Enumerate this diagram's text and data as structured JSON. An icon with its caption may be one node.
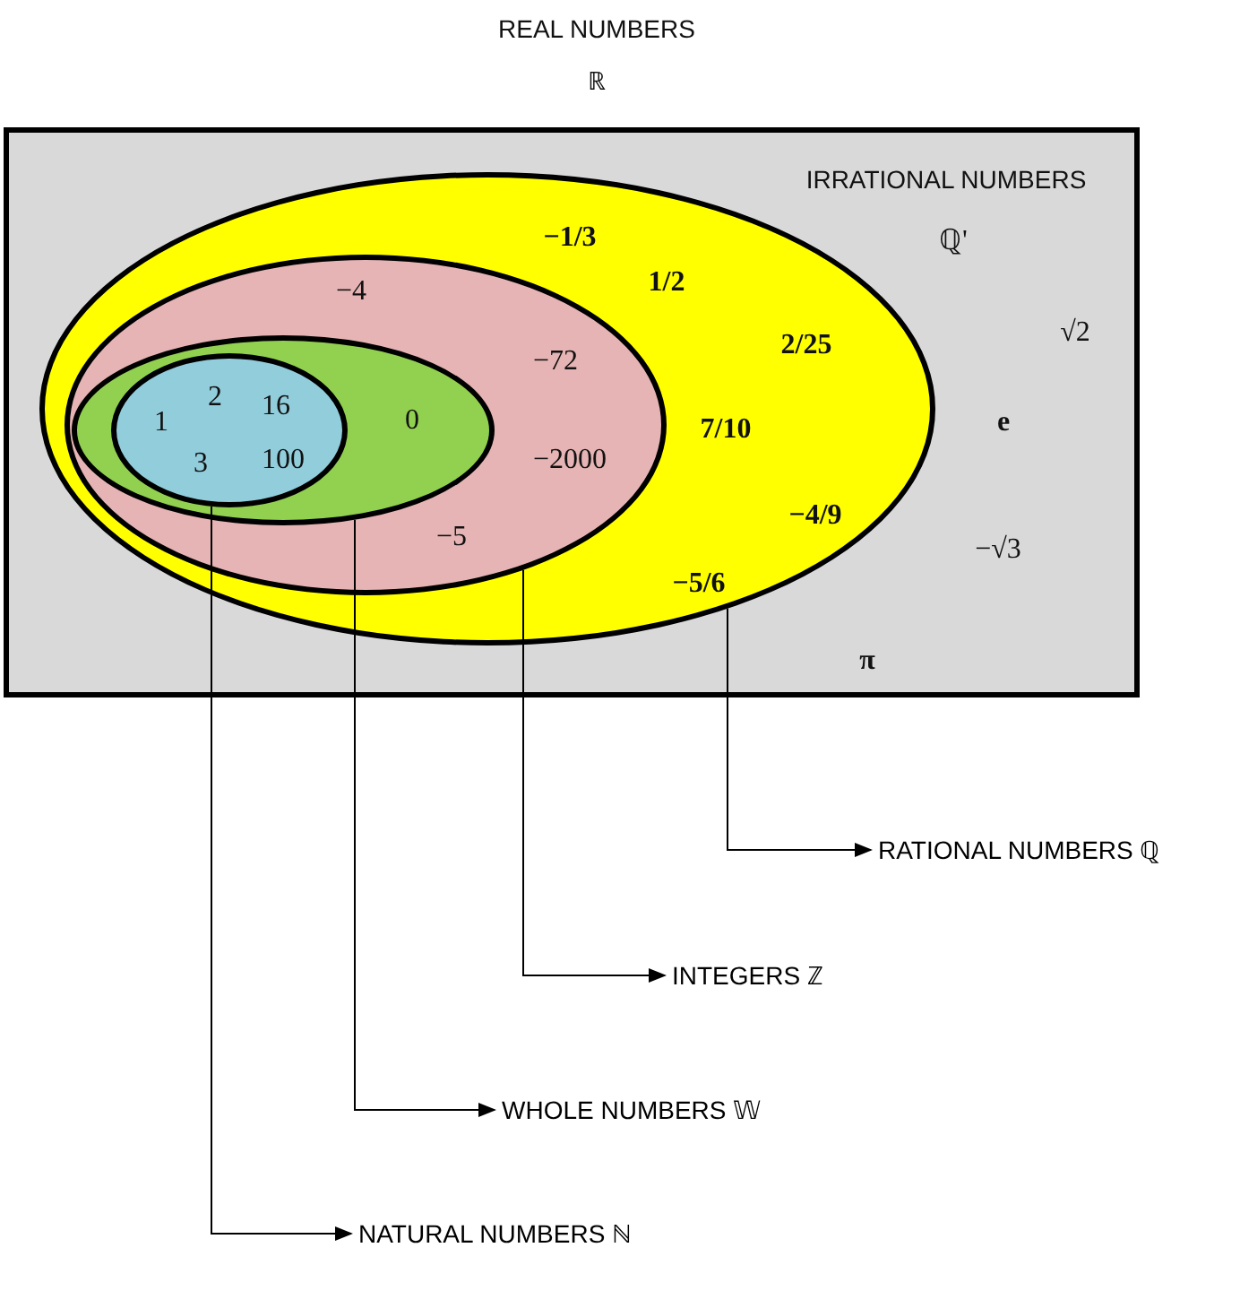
{
  "diagram": {
    "nodes": [
      {
        "text": [
          "REAL NUMBERS ℝ",
          "IRRATIONAL NUMBERS",
          "ℚ'",
          "√2",
          "e",
          "−√3",
          "π"
        ]
      },
      {
        "text": [
          "−1/3",
          "1/2",
          "2/25",
          "7/10",
          "−4/9",
          "−5/6"
        ],
        "in": 0
      },
      {
        "text": [
          "−4",
          "−72",
          "−2000",
          "−5"
        ],
        "in": 1
      },
      {
        "text": [
          "0"
        ],
        "in": 2
      },
      {
        "text": [
          "2",
          "16",
          "1",
          "3",
          "100"
        ],
        "in": 3
      },
      {
        "text": [
          "RATIONAL NUMBERS ℚ"
        ]
      },
      {
        "text": [
          "INTEGERS ℤ"
        ]
      },
      {
        "text": [
          "WHOLE NUMBERS 𝕎"
        ]
      },
      {
        "text": [
          "NATURAL NUMBERS ℕ"
        ]
      }
    ],
    "edges": [
      {
        "from": 1,
        "to": 5,
        "arrow": "to"
      },
      {
        "from": 2,
        "to": 6,
        "arrow": "to"
      },
      {
        "from": 3,
        "to": 7,
        "arrow": "to"
      },
      {
        "from": 4,
        "to": 8,
        "arrow": "to"
      }
    ]
  }
}
